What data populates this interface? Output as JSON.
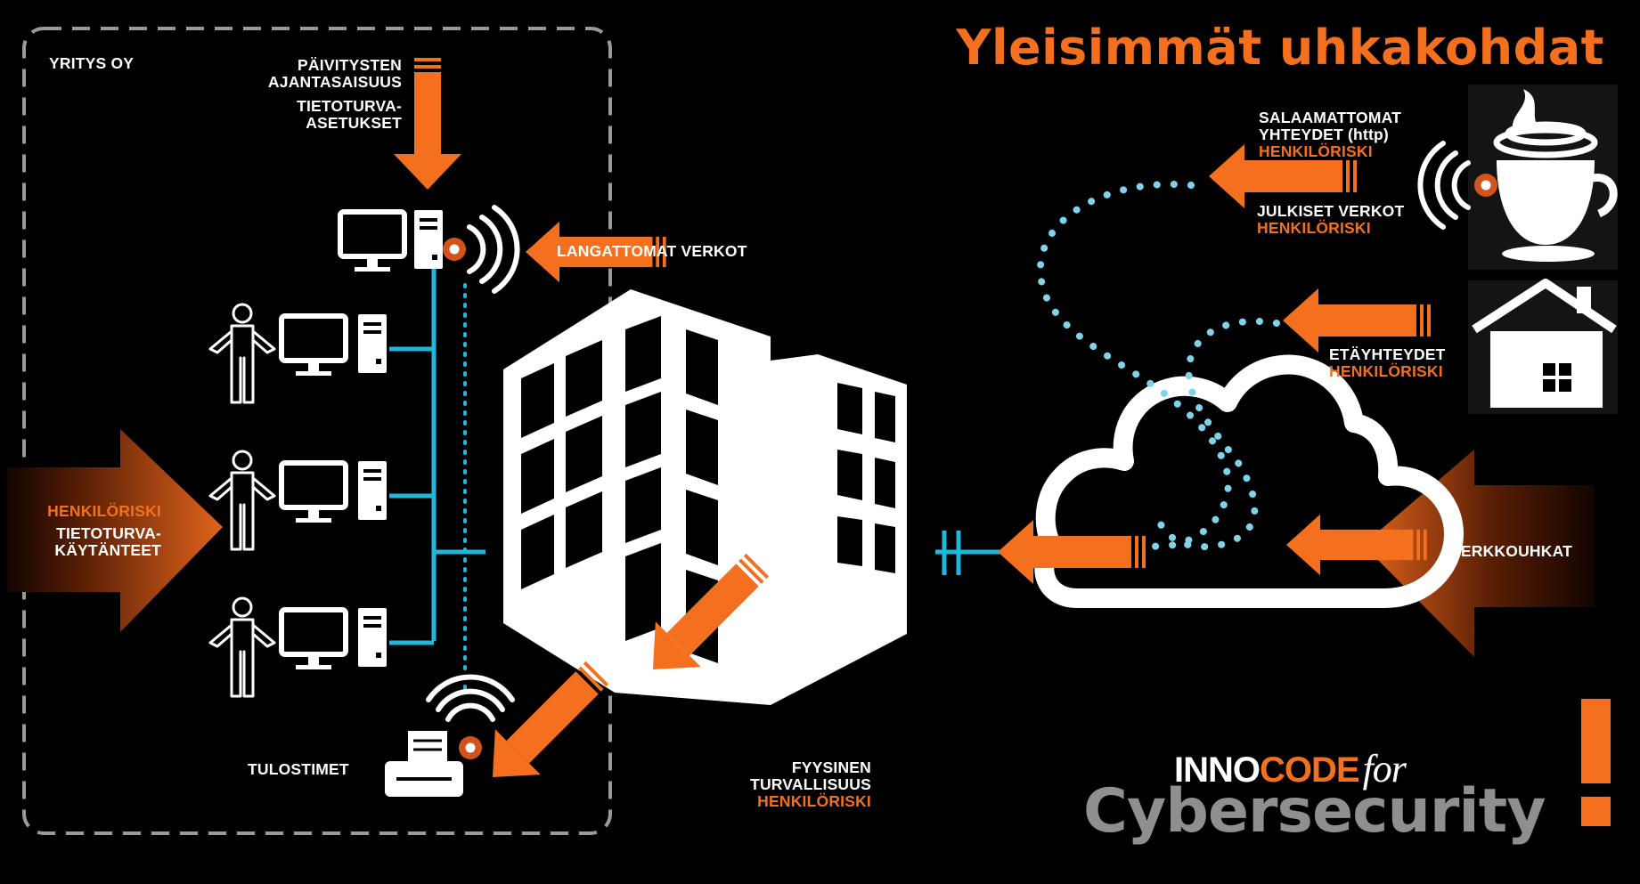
{
  "title": "Yleisimmät uhkakohdat",
  "company_label": "YRITYS OY",
  "labels": {
    "updates_l1": "PÄIVITYSTEN",
    "updates_l2": "AJANTASAISUUS",
    "settings_l1": "TIETOTURVA-",
    "settings_l2": "ASETUKSET",
    "wireless": "LANGATTOMAT VERKOT",
    "person_risk_left": "HENKILÖRISKI",
    "practices_l1": "TIETOTURVA-",
    "practices_l2": "KÄYTÄNTEET",
    "printers": "TULOSTIMET",
    "physical_l1": "FYYSINEN",
    "physical_l2": "TURVALLISUUS",
    "physical_risk": "HENKILÖRISKI",
    "unencrypted_l1": "SALAAMATTOMAT",
    "unencrypted_l2": "YHTEYDET (http)",
    "unencrypted_risk": "HENKILÖRISKI",
    "public_l1": "JULKISET VERKOT",
    "public_risk": "HENKILÖRISKI",
    "remote_l1": "ETÄYHTEYDET",
    "remote_risk": "HENKILÖRISKI",
    "network_threats": "VERKKOUHKAT"
  },
  "logo": {
    "inno": "INNO",
    "code": "CODE",
    "for": "for",
    "cybersecurity": "Cybersecurity",
    "exclamation": "!"
  },
  "colors": {
    "accent": "#f4701e",
    "risk_marker": "#d2531b",
    "network_line": "#1fb8dd",
    "dotted_line": "#7fd3ea",
    "dashed_border": "#9a9a9a",
    "logo_gray": "#8f8f8f"
  },
  "icons": [
    "monitor-icon",
    "tower-pc-icon",
    "wifi-icon",
    "person-icon",
    "printer-icon",
    "building-icon",
    "cloud-icon",
    "coffee-cup-icon",
    "house-icon"
  ]
}
